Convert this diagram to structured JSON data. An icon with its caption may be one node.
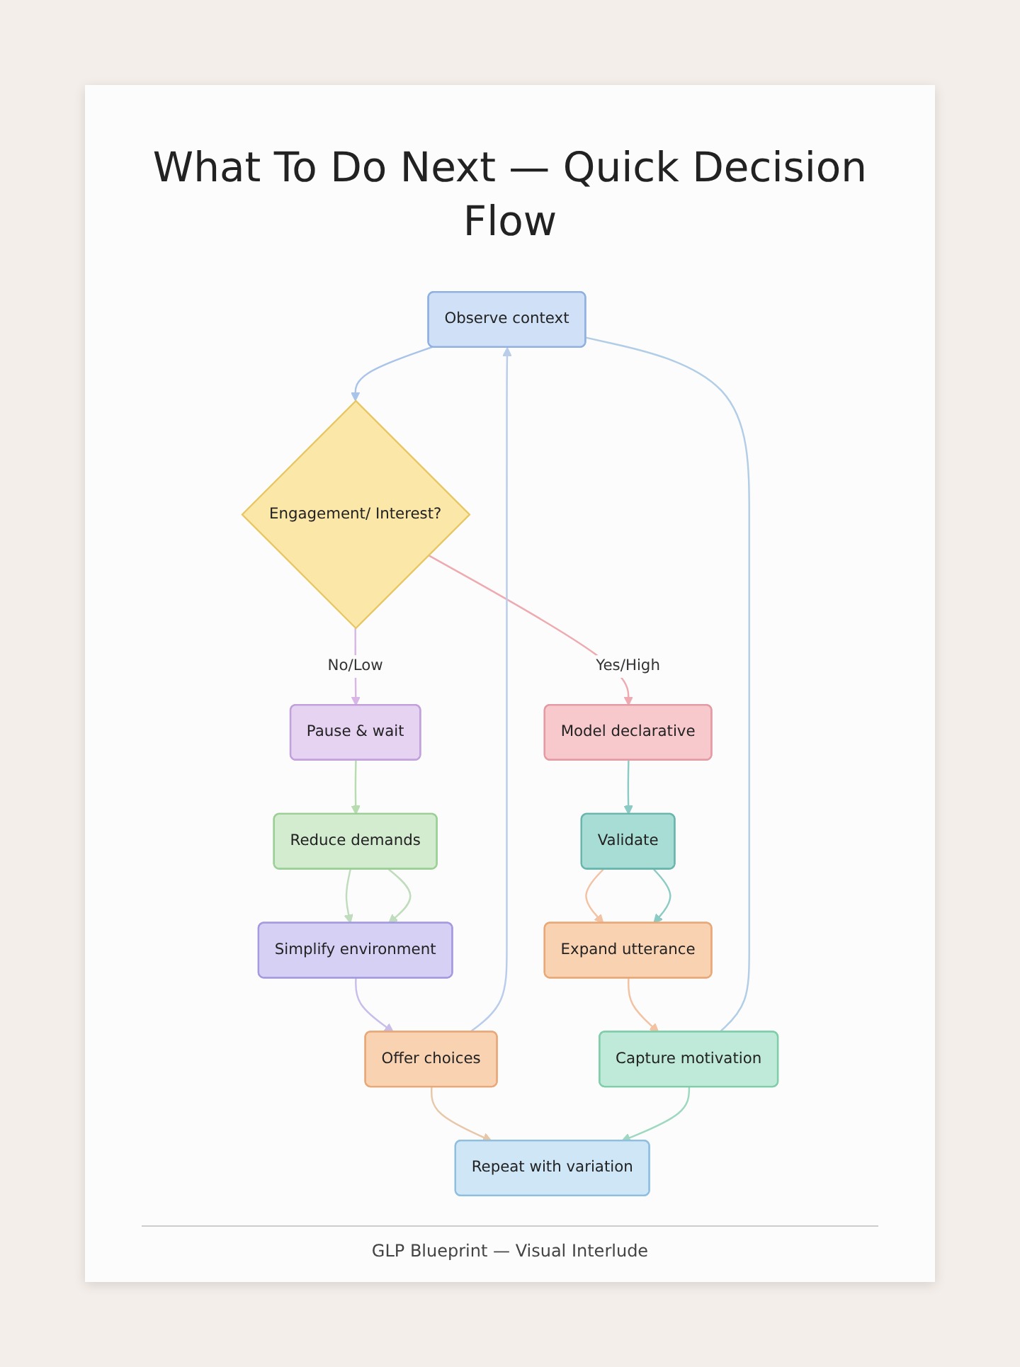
{
  "diagram": {
    "title": "What To Do Next — Quick Decision Flow",
    "caption": "GLP Blueprint — Visual Interlude",
    "nodes": [
      {
        "text": [
          "Observe context"
        ]
      },
      {
        "text": [
          "Engagement/ Interest?"
        ]
      },
      {
        "text": [
          "Pause & wait"
        ]
      },
      {
        "text": [
          "Model declarative"
        ]
      },
      {
        "text": [
          "Reduce demands"
        ]
      },
      {
        "text": [
          "Validate"
        ]
      },
      {
        "text": [
          "Simplify environment"
        ]
      },
      {
        "text": [
          "Expand utterance"
        ]
      },
      {
        "text": [
          "Offer choices"
        ]
      },
      {
        "text": [
          "Capture motivation"
        ]
      },
      {
        "text": [
          "Repeat with variation"
        ]
      }
    ],
    "edges": [
      {
        "from": 0,
        "to": 1,
        "arrow": "to",
        "color": "#a9c3ea"
      },
      {
        "from": 1,
        "to": 2,
        "arrow": "to",
        "label": "No/Low",
        "color": "#d9b6e6"
      },
      {
        "from": 1,
        "to": 3,
        "arrow": "to",
        "label": "Yes/High",
        "color": "#eeaab0"
      },
      {
        "from": 2,
        "to": 4,
        "arrow": "to",
        "color": "#b7dcb0"
      },
      {
        "from": 3,
        "to": 5,
        "arrow": "to",
        "color": "#8ccbc4"
      },
      {
        "from": 4,
        "to": 6,
        "arrow": "to",
        "color": "#bfdcbc"
      },
      {
        "from": 4,
        "to": 6,
        "arrow": "to",
        "color": "#bfdcbc"
      },
      {
        "from": 5,
        "to": 7,
        "arrow": "to",
        "color": "#f3c2a2"
      },
      {
        "from": 5,
        "to": 7,
        "arrow": "to",
        "color": "#8ccbc4"
      },
      {
        "from": 6,
        "to": 8,
        "arrow": "to",
        "color": "#c9bdea"
      },
      {
        "from": 7,
        "to": 9,
        "arrow": "to",
        "color": "#f3c2a2"
      },
      {
        "from": 8,
        "to": 10,
        "arrow": "to",
        "color": "#e8c6a8"
      },
      {
        "from": 9,
        "to": 10,
        "arrow": "to",
        "color": "#9fd8c0"
      },
      {
        "from": 8,
        "to": 0,
        "arrow": "to",
        "color": "#b9cdeb"
      },
      {
        "from": 0,
        "to": 9,
        "arrow": "none",
        "color": "#b2cde6"
      }
    ]
  }
}
